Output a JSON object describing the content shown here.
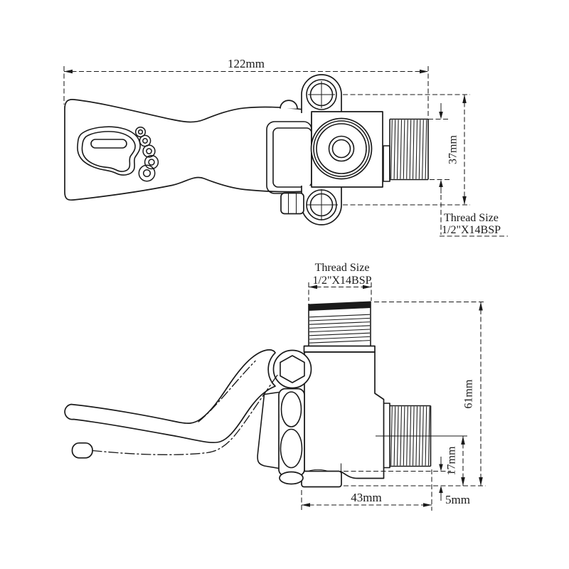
{
  "drawing": {
    "background_color": "#ffffff",
    "line_color": "#1a1a1a",
    "top_view": {
      "width_dim": "122mm",
      "lug_spacing_dim": "37mm",
      "thread_note_line1": "Thread Size",
      "thread_note_line2": "1/2\"X14BSP"
    },
    "side_view": {
      "thread_note_line1": "Thread Size",
      "thread_note_line2": "1/2\"X14BSP",
      "height_dim": "61mm",
      "outlet_center_dim": "17mm",
      "body_length_dim": "43mm",
      "base_offset_dim": "5mm"
    }
  }
}
